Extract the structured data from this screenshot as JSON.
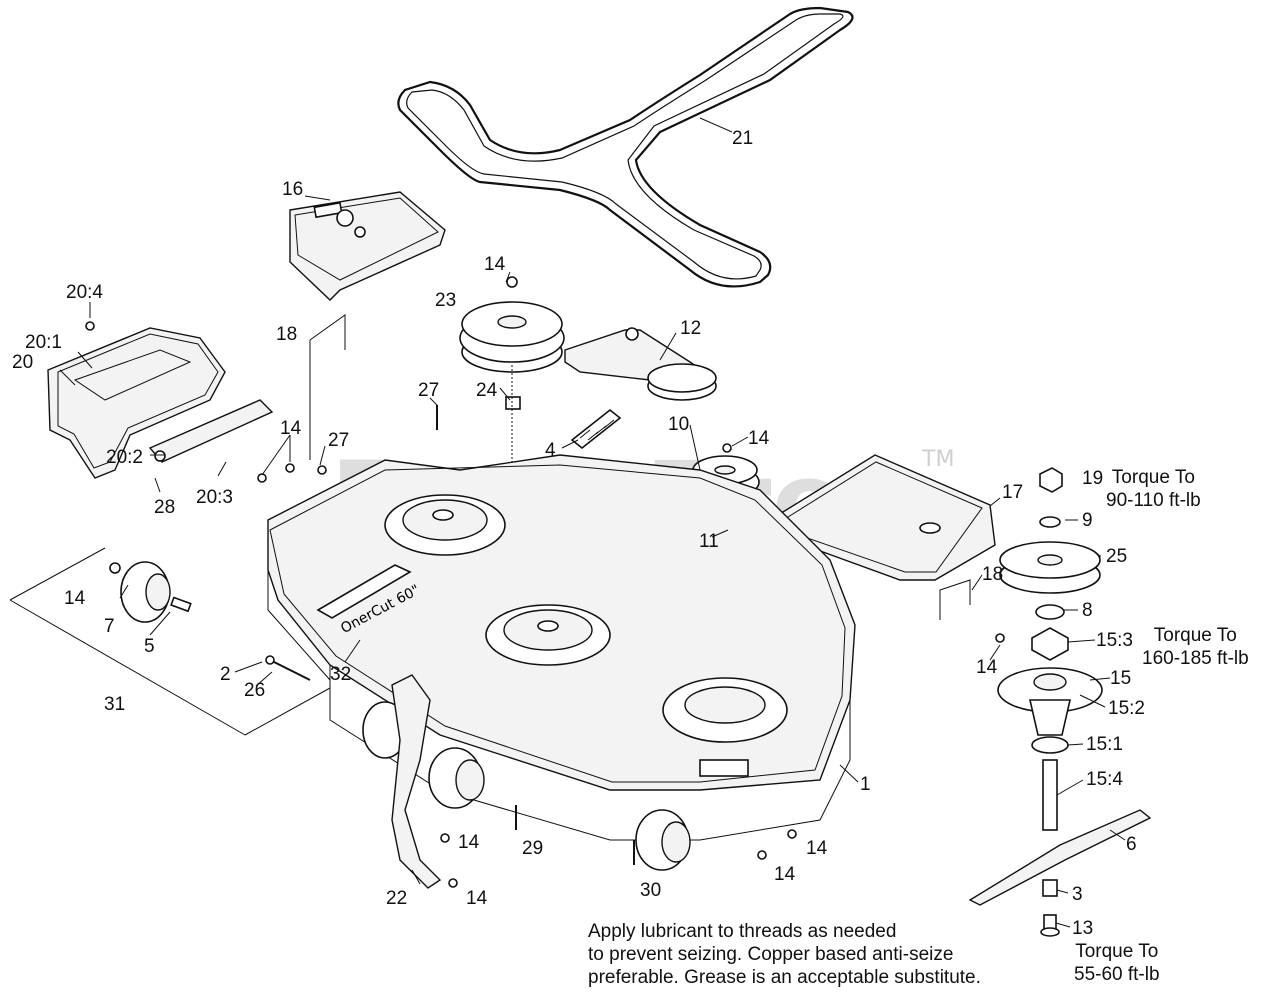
{
  "watermark": {
    "text": "PartsTree",
    "tm": "TM"
  },
  "deck_decal": "OnerCut 60\"",
  "callouts": [
    "21",
    "16",
    "14",
    "23",
    "12",
    "18",
    "20:4",
    "20:1",
    "20",
    "24",
    "27",
    "4",
    "10",
    "14",
    "14",
    "27",
    "20:2",
    "20:3",
    "28",
    "19",
    "9",
    "17",
    "25",
    "11",
    "18",
    "8",
    "15:3",
    "14",
    "15",
    "15:2",
    "14",
    "7",
    "5",
    "31",
    "2",
    "26",
    "32",
    "15:1",
    "1",
    "15:4",
    "6",
    "14",
    "29",
    "14",
    "14",
    "30",
    "22",
    "14",
    "3",
    "13"
  ],
  "torque_notes": {
    "t19": [
      "Torque To",
      "90-110 ft-lb"
    ],
    "t15_3": [
      "Torque To",
      "160-185 ft-lb"
    ],
    "t13": [
      "Torque To",
      "55-60 ft-lb"
    ]
  },
  "note": [
    "Apply lubricant to threads as needed",
    "to prevent seizing. Copper based anti-seize",
    "preferable. Grease is an acceptable substitute."
  ]
}
